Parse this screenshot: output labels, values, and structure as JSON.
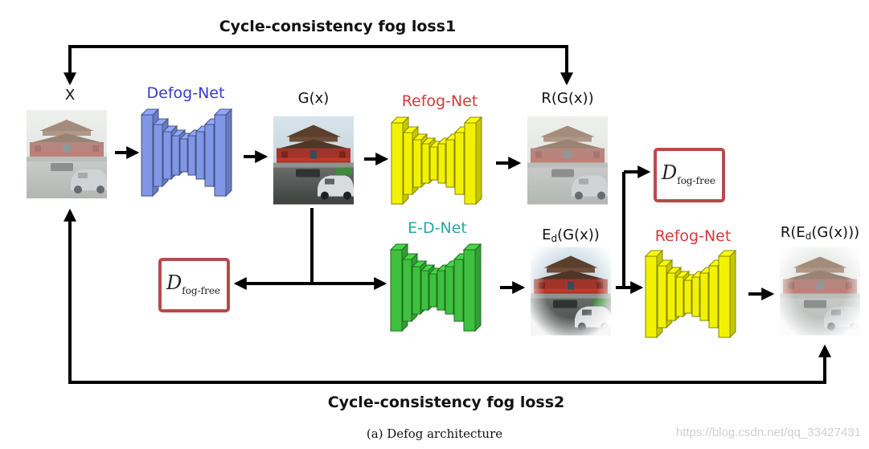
{
  "labels": {
    "loss1": "Cycle-consistency fog loss1",
    "loss2": "Cycle-consistency fog loss2",
    "x": "X",
    "gx": "G(x)",
    "rgx": "R(G(x))",
    "edgx_main": "E",
    "edgx_sub": "d",
    "edgx_rest": "(G(x))",
    "redgx_pre": "R(E",
    "redgx_sub": "d",
    "redgx_rest": "(G(x)))",
    "defog_net": "Defog-Net",
    "refog_net_1": "Refog-Net",
    "refog_net_2": "Refog-Net",
    "ed_net": "E-D-Net",
    "disc_main": "D",
    "disc_sub": "fog-free"
  },
  "colors": {
    "defog": "#8096e6",
    "refog": "#f2f200",
    "ed": "#3ec13e",
    "defog_text": "#3a3ad0",
    "refog_text": "#d33a3a",
    "ed_text": "#2aa6a0",
    "disc_border": "#b74a4a"
  },
  "caption": "(a) Defog architecture",
  "watermark": "https://blog.csdn.net/qq_33427431"
}
